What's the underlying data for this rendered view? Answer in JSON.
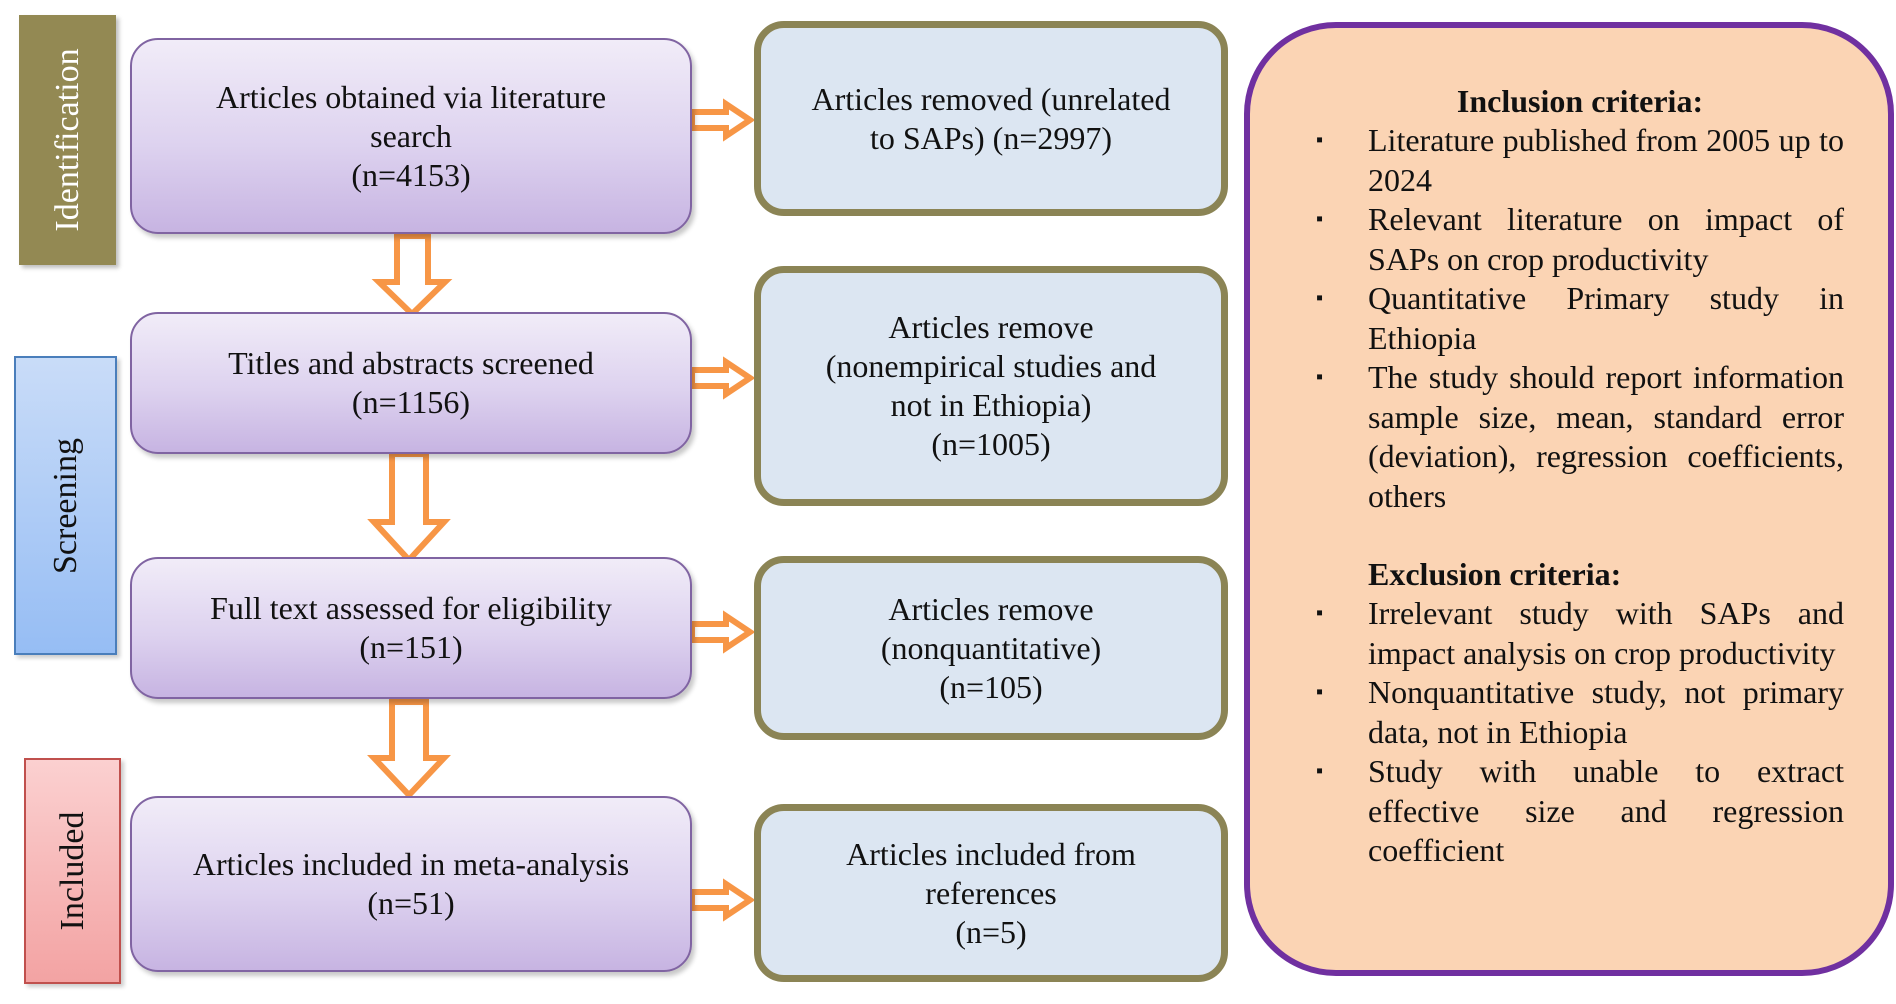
{
  "stages": {
    "identification": "Identification",
    "screening": "Screening",
    "included": "Included"
  },
  "flow": [
    {
      "lines": [
        "Articles obtained via literature",
        "search",
        "(n=4153)"
      ]
    },
    {
      "lines": [
        "Titles and abstracts screened",
        "(n=1156)"
      ]
    },
    {
      "lines": [
        "Full text assessed for eligibility",
        "(n=151)"
      ]
    },
    {
      "lines": [
        "Articles included in meta-analysis",
        "(n=51)"
      ]
    }
  ],
  "side": [
    {
      "lines": [
        "Articles removed (unrelated",
        "to SAPs) (n=2997)"
      ]
    },
    {
      "lines": [
        "Articles remove",
        "(nonempirical studies and",
        "not in Ethiopia)",
        "(n=1005)"
      ]
    },
    {
      "lines": [
        "Articles remove",
        "(nonquantitative)",
        "(n=105)"
      ]
    },
    {
      "lines": [
        "Articles included from",
        "references",
        "(n=5)"
      ]
    }
  ],
  "criteria": {
    "inclusion_title": "Inclusion criteria:",
    "inclusion": [
      "Literature published from 2005 up to 2024",
      "Relevant literature on impact of SAPs on crop productivity",
      "Quantitative Primary study in Ethiopia",
      "The study should report information sample size, mean, standard error (deviation), regression coefficients, others"
    ],
    "exclusion_title": "Exclusion criteria:",
    "exclusion": [
      "Irrelevant study with SAPs and impact analysis on crop productivity",
      "Nonquantitative study, not primary data, not in Ethiopia",
      "Study with unable to extract effective size and regression coefficient"
    ],
    "bullet": "▪"
  },
  "colors": {
    "arrow": "#f79646",
    "stage_identification": "#938953",
    "criteria_border": "#7030a0",
    "criteria_fill": "#fbd4b4"
  }
}
